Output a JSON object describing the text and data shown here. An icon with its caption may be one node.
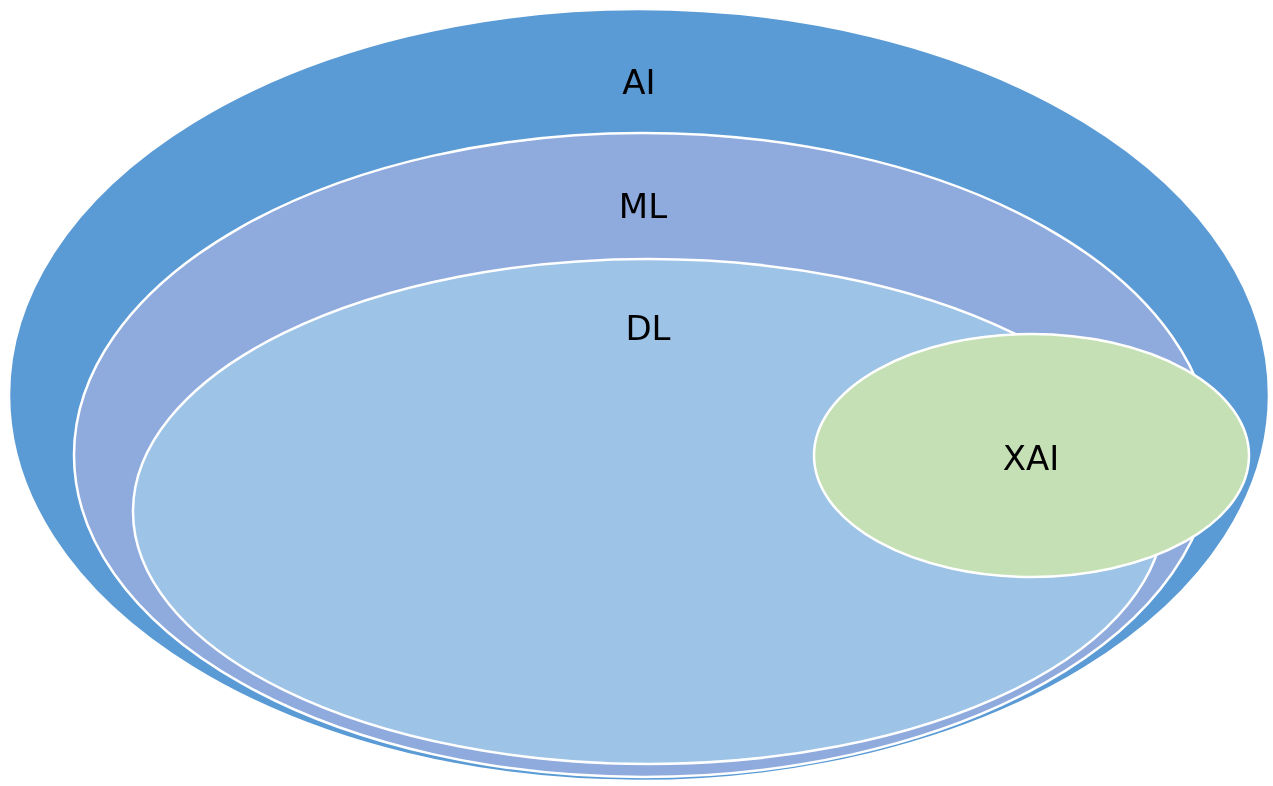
{
  "diagram": {
    "nodes": [
      {
        "text": [
          "AI"
        ]
      },
      {
        "text": [
          "ML"
        ],
        "in": 0
      },
      {
        "text": [
          "DL"
        ],
        "in": 1
      },
      {
        "text": [
          "XAI"
        ],
        "in": 0
      }
    ]
  }
}
